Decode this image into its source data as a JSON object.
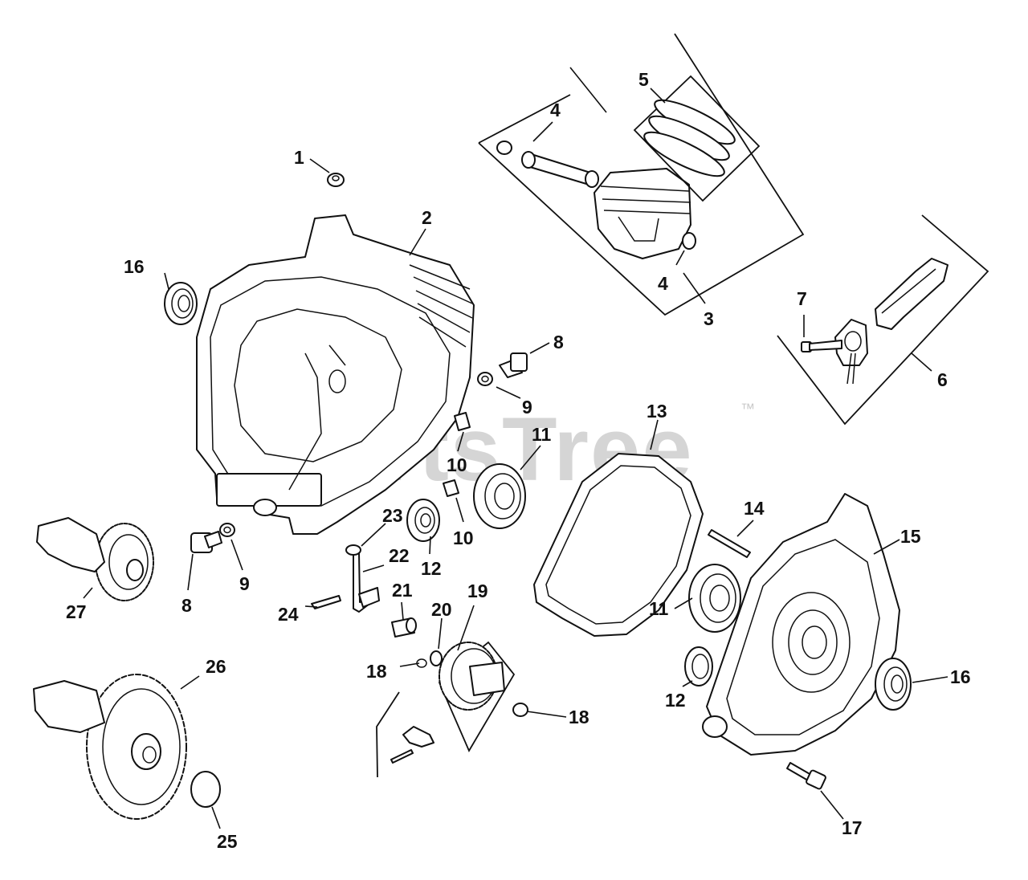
{
  "watermark": {
    "text": "PartsTree",
    "mark": "™"
  },
  "callouts": [
    {
      "id": "c1",
      "label": "1"
    },
    {
      "id": "c2",
      "label": "2"
    },
    {
      "id": "c3",
      "label": "3"
    },
    {
      "id": "c4a",
      "label": "4"
    },
    {
      "id": "c4b",
      "label": "4"
    },
    {
      "id": "c5",
      "label": "5"
    },
    {
      "id": "c6",
      "label": "6"
    },
    {
      "id": "c7",
      "label": "7"
    },
    {
      "id": "c8a",
      "label": "8"
    },
    {
      "id": "c8b",
      "label": "8"
    },
    {
      "id": "c9a",
      "label": "9"
    },
    {
      "id": "c9b",
      "label": "9"
    },
    {
      "id": "c10a",
      "label": "10"
    },
    {
      "id": "c10b",
      "label": "10"
    },
    {
      "id": "c11a",
      "label": "11"
    },
    {
      "id": "c11b",
      "label": "11"
    },
    {
      "id": "c12a",
      "label": "12"
    },
    {
      "id": "c12b",
      "label": "12"
    },
    {
      "id": "c13",
      "label": "13"
    },
    {
      "id": "c14",
      "label": "14"
    },
    {
      "id": "c15",
      "label": "15"
    },
    {
      "id": "c16a",
      "label": "16"
    },
    {
      "id": "c16b",
      "label": "16"
    },
    {
      "id": "c17",
      "label": "17"
    },
    {
      "id": "c18a",
      "label": "18"
    },
    {
      "id": "c18b",
      "label": "18"
    },
    {
      "id": "c19",
      "label": "19"
    },
    {
      "id": "c20",
      "label": "20"
    },
    {
      "id": "c21",
      "label": "21"
    },
    {
      "id": "c22",
      "label": "22"
    },
    {
      "id": "c23",
      "label": "23"
    },
    {
      "id": "c24",
      "label": "24"
    },
    {
      "id": "c25",
      "label": "25"
    },
    {
      "id": "c26",
      "label": "26"
    },
    {
      "id": "c27",
      "label": "27"
    }
  ]
}
